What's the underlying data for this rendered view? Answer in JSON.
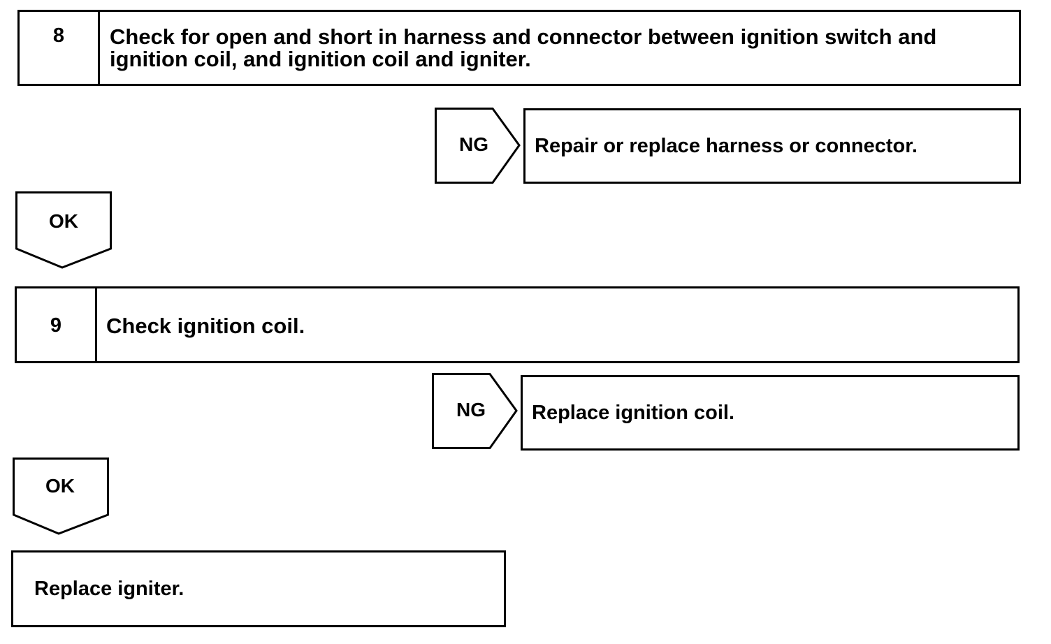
{
  "steps": [
    {
      "number": "8",
      "text_line1": "Check for open and short in harness and connector between ignition switch and",
      "text_line2": "ignition coil, and ignition coil and igniter."
    },
    {
      "number": "9",
      "text_line1": "Check ignition coil."
    }
  ],
  "ng_branches": [
    {
      "label": "NG",
      "action": "Repair or replace harness or connector."
    },
    {
      "label": "NG",
      "action": "Replace ignition coil."
    }
  ],
  "ok_arrows": [
    {
      "label": "OK"
    },
    {
      "label": "OK"
    }
  ],
  "final_action": {
    "text": "Replace igniter."
  },
  "colors": {
    "stroke": "#000000",
    "background": "#ffffff"
  }
}
